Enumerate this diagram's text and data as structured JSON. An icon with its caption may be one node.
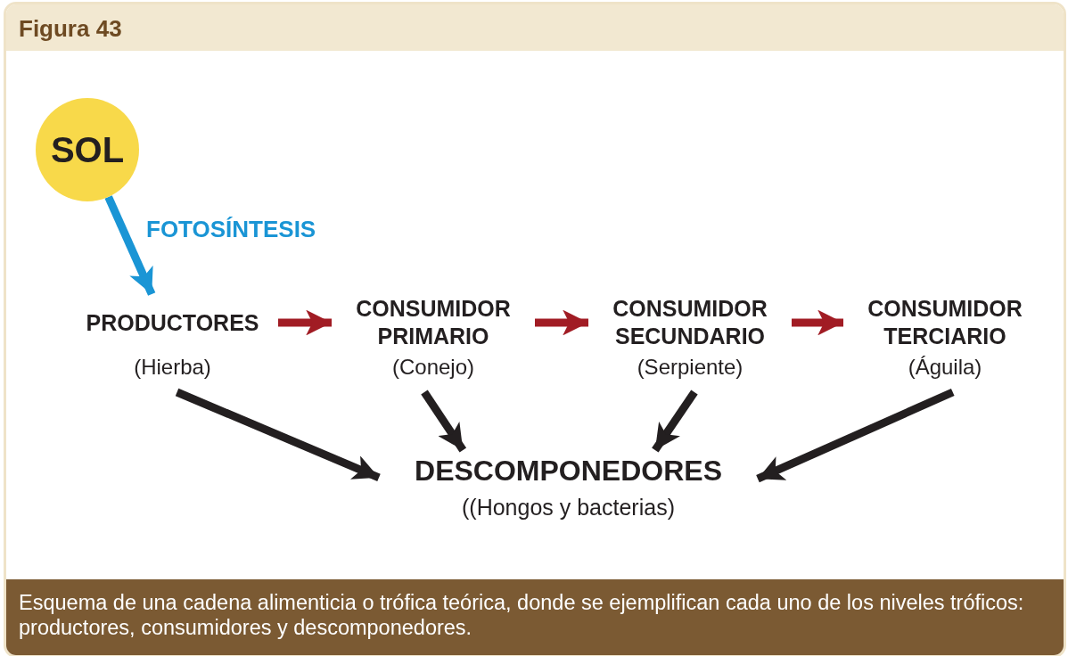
{
  "diagram": {
    "title": "Figura 43",
    "caption": "Esquema de una cadena alimenticia o trófica teórica, donde se ejemplifican cada uno de los niveles tróficos: productores, consumidores y descomponedores.",
    "nodes": [
      {
        "text": [
          "SOL"
        ]
      },
      {
        "text": [
          "PRODUCTORES",
          "(Hierba)"
        ]
      },
      {
        "text": [
          "CONSUMIDOR PRIMARIO",
          "(Conejo)"
        ]
      },
      {
        "text": [
          "CONSUMIDOR SECUNDARIO",
          "(Serpiente)"
        ]
      },
      {
        "text": [
          "CONSUMIDOR TERCIARIO",
          "(Águila)"
        ]
      },
      {
        "text": [
          "DESCOMPONEDORES",
          "((Hongos y bacterias)"
        ]
      }
    ],
    "edges": [
      {
        "from": 0,
        "to": 1,
        "arrow": "to",
        "label": "FOTOSÍNTESIS",
        "color": "#1a95d5"
      },
      {
        "from": 1,
        "to": 2,
        "arrow": "to",
        "color": "#a11c24"
      },
      {
        "from": 2,
        "to": 3,
        "arrow": "to",
        "color": "#a11c24"
      },
      {
        "from": 3,
        "to": 4,
        "arrow": "to",
        "color": "#a11c24"
      },
      {
        "from": 1,
        "to": 5,
        "arrow": "to"
      },
      {
        "from": 2,
        "to": 5,
        "arrow": "to"
      },
      {
        "from": 3,
        "to": 5,
        "arrow": "to"
      },
      {
        "from": 4,
        "to": 5,
        "arrow": "to"
      }
    ]
  }
}
